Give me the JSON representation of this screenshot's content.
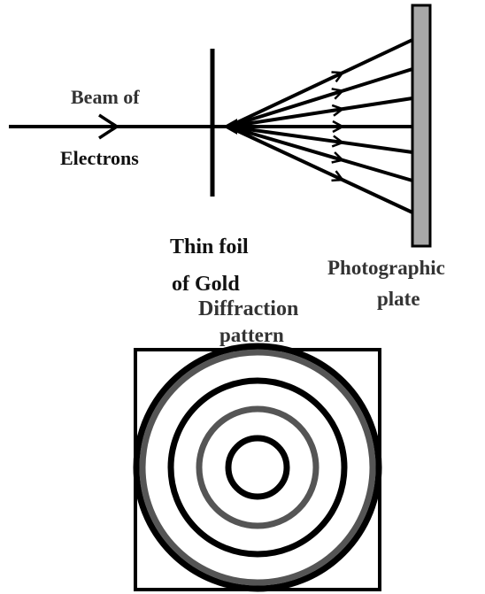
{
  "labels": {
    "beam_line1": "Beam of",
    "beam_line2": "Electrons",
    "foil_line1": "Thin foil",
    "foil_line2": "of Gold",
    "plate_line1": "Photographic",
    "plate_line2": "plate",
    "pattern_line1": "Diffraction",
    "pattern_line2": "pattern"
  },
  "diagram": {
    "scattered_ray_count": 7,
    "diffraction_ring_count": 5
  },
  "colors": {
    "ink": "#000000",
    "plate_fill": "#a8a8a8",
    "ring_alt": "#555555",
    "text": "#111111"
  }
}
